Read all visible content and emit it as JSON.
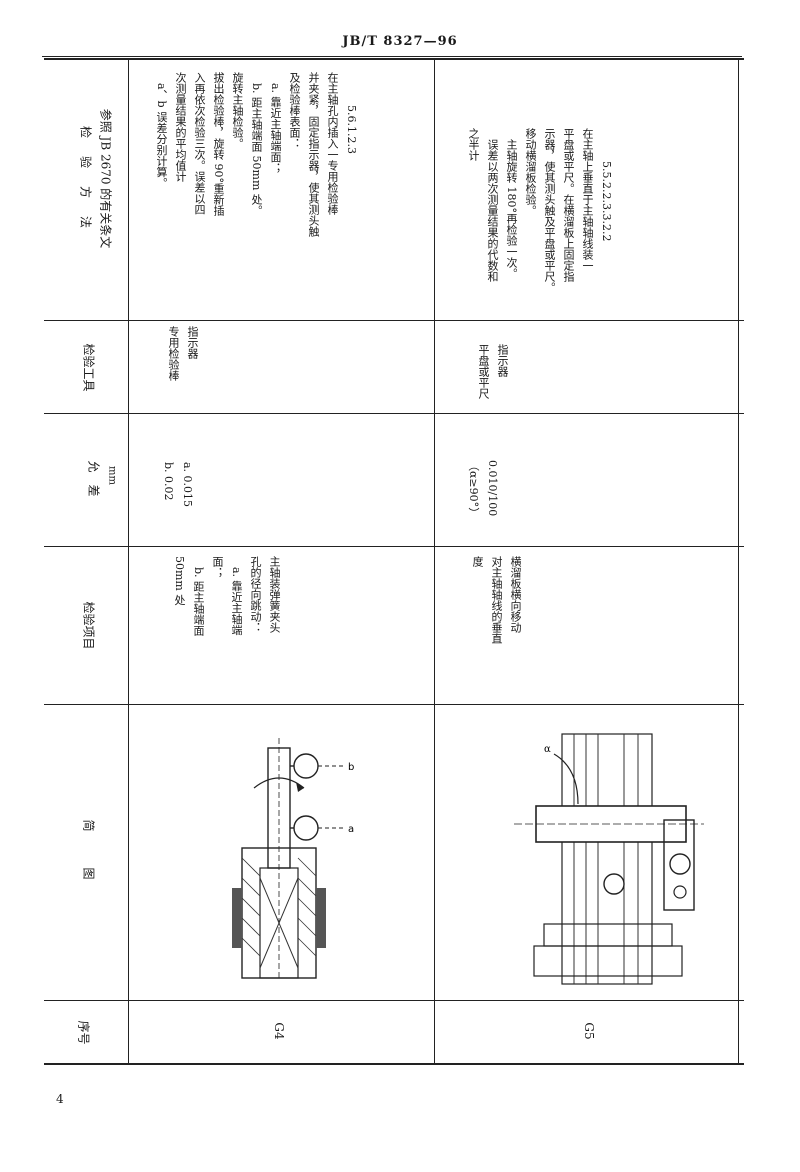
{
  "header": {
    "standard_no": "JB/T 8327—96"
  },
  "page_number": "4",
  "columns": {
    "seq": "序号",
    "diagram": "简　　图",
    "item": "检验项目",
    "tolerance_line1": "允　差",
    "tolerance_line2": "mm",
    "tool": "检验工具",
    "method_line1": "检　验　方　法",
    "method_line2": "参照 JB 2670 的有关条文"
  },
  "rows": [
    {
      "seq": "G4",
      "item": "主轴装弹簧夹头\n孔的径向跳动：\n　a. 靠近主轴端\n面；\n　b. 距主轴端面\n50mm 处",
      "tolerance": "a. 0.015\nb. 0.02",
      "tool": "指示器\n专用检验棒",
      "method": "　　　5.6.1.2.3\n在主轴孔内插入一专用检验棒\n并夹紧，固定指示器，使其测头触\n及检验棒表面：\n　a. 靠近主轴端面；\n　b. 距主轴端面 50mm 处。\n旋转主轴检验。\n拔出检验棒，旋转 90°重新插\n入再依次检验三次。误差以四\n次测量结果的平均值计\n　a、b 误差分别计算。",
      "diagram_labels": {
        "a": "a",
        "b": "b"
      }
    },
    {
      "seq": "G5",
      "item": "横溜板横向移动\n对主轴轴线的垂直\n度",
      "tolerance": "0.010/100\n（α≥90°）",
      "tool": "指示器\n平盘或平尺",
      "method": "　　　5.5.2.2.3.3.2.2\n在主轴上垂直于主轴轴线装一\n平盘或平尺。在横溜板上固定指\n示器，使其测头触及平盘或平尺。\n移动横溜板检验。\n　主轴旋转 180°再检验一次。\n　误差以两次测量结果的代数和\n之半计",
      "diagram_labels": {
        "alpha": "α"
      }
    }
  ]
}
